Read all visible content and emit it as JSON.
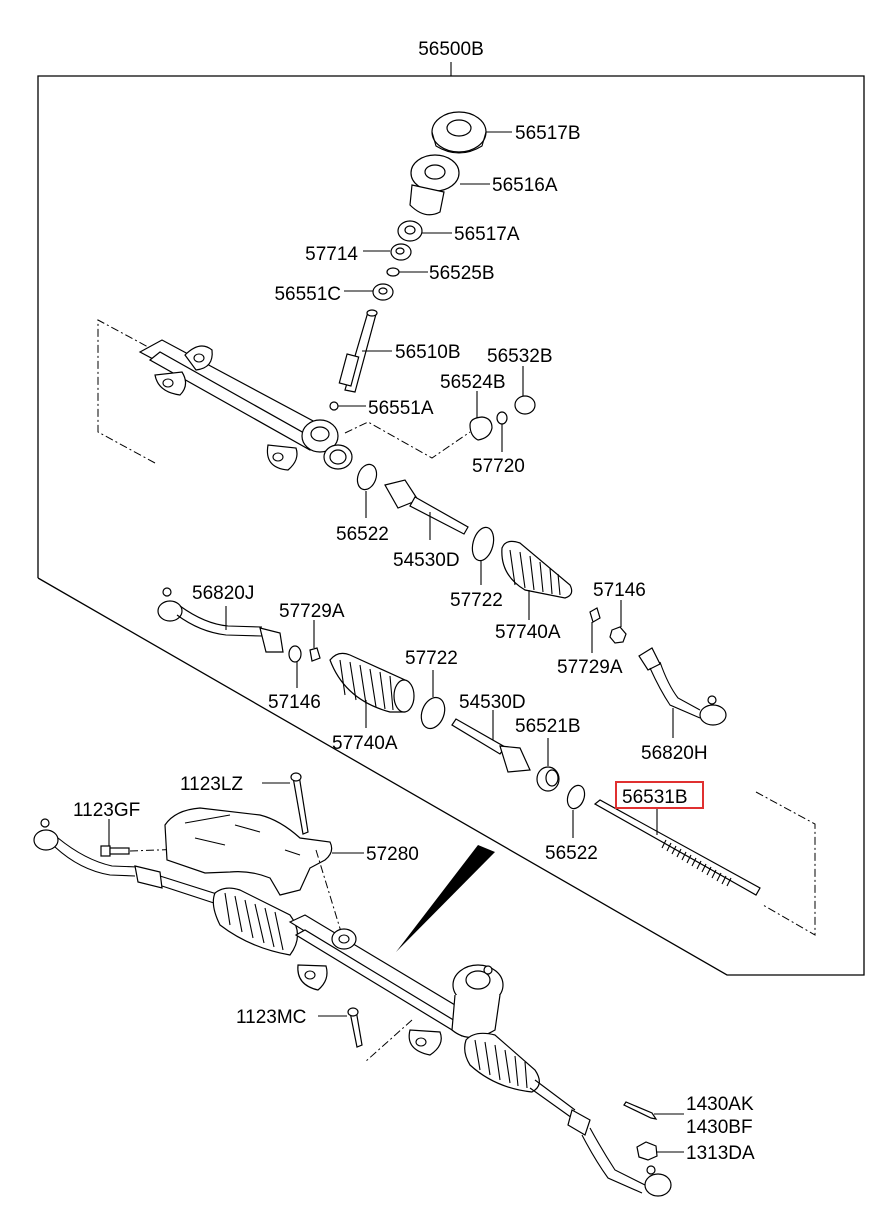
{
  "diagram": {
    "title": "Steering gear box assembly exploded view",
    "assembly_label": "56500B",
    "highlight_color": "#e03030",
    "highlighted_part": "56531B",
    "parts": [
      {
        "id": "p56517B",
        "label": "56517B",
        "name": "upper bearing cover"
      },
      {
        "id": "p56516A",
        "label": "56516A",
        "name": "pinion housing cover"
      },
      {
        "id": "p56517A",
        "label": "56517A",
        "name": "bearing"
      },
      {
        "id": "p57714",
        "label": "57714",
        "name": "seal"
      },
      {
        "id": "p56525B",
        "label": "56525B",
        "name": "snap ring"
      },
      {
        "id": "p56551C",
        "label": "56551C",
        "name": "bearing"
      },
      {
        "id": "p56510B",
        "label": "56510B",
        "name": "pinion"
      },
      {
        "id": "p56532B",
        "label": "56532B",
        "name": "yoke plug"
      },
      {
        "id": "p56524B",
        "label": "56524B",
        "name": "rack support yoke"
      },
      {
        "id": "p56551A",
        "label": "56551A",
        "name": "bearing"
      },
      {
        "id": "p57720",
        "label": "57720",
        "name": "lock nut"
      },
      {
        "id": "p56522a",
        "label": "56522",
        "name": "ring"
      },
      {
        "id": "p54530Da",
        "label": "54530D",
        "name": "inner tie rod"
      },
      {
        "id": "p57722a",
        "label": "57722",
        "name": "boot clamp"
      },
      {
        "id": "p57740Aa",
        "label": "57740A",
        "name": "bellows boot"
      },
      {
        "id": "p57146a",
        "label": "57146",
        "name": "nut"
      },
      {
        "id": "p57729Aa",
        "label": "57729A",
        "name": "clip"
      },
      {
        "id": "p56820J",
        "label": "56820J",
        "name": "tie rod end LH"
      },
      {
        "id": "p57729Ab",
        "label": "57729A",
        "name": "clip"
      },
      {
        "id": "p57146b",
        "label": "57146",
        "name": "nut"
      },
      {
        "id": "p57740Ab",
        "label": "57740A",
        "name": "bellows boot"
      },
      {
        "id": "p57722b",
        "label": "57722",
        "name": "boot clamp"
      },
      {
        "id": "p54530Db",
        "label": "54530D",
        "name": "inner tie rod"
      },
      {
        "id": "p56521B",
        "label": "56521B",
        "name": "rack bushing"
      },
      {
        "id": "p56820H",
        "label": "56820H",
        "name": "tie rod end RH"
      },
      {
        "id": "p56531B",
        "label": "56531B",
        "name": "rack"
      },
      {
        "id": "p56522b",
        "label": "56522",
        "name": "ring"
      },
      {
        "id": "p1123LZ",
        "label": "1123LZ",
        "name": "bolt"
      },
      {
        "id": "p1123GF",
        "label": "1123GF",
        "name": "bolt"
      },
      {
        "id": "p57280",
        "label": "57280",
        "name": "heat protector"
      },
      {
        "id": "p1123MC",
        "label": "1123MC",
        "name": "bolt"
      },
      {
        "id": "p1430AK",
        "label": "1430AK",
        "name": "cotter pin"
      },
      {
        "id": "p1430BF",
        "label": "1430BF",
        "name": "cotter pin"
      },
      {
        "id": "p1313DA",
        "label": "1313DA",
        "name": "castle nut"
      }
    ]
  }
}
